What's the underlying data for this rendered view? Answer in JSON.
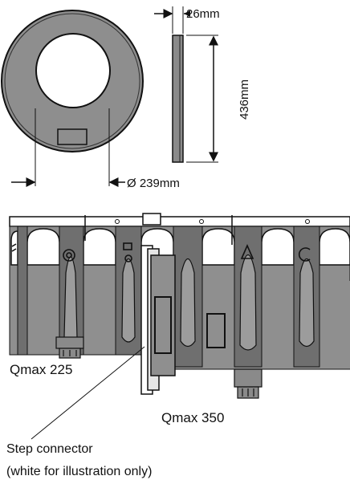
{
  "dimensions": {
    "width": "26mm",
    "height": "436mm",
    "diameter": "Ø 239mm"
  },
  "labels": {
    "qmax_225": "Qmax 225",
    "qmax_350": "Qmax 350",
    "step_connector": "Step connector",
    "step_connector_note": "(white for illustration only)"
  },
  "colors": {
    "plate_gray": "#8a8a8a",
    "panel_gray": "#9b9b9b",
    "panel_dark": "#7a7a7a",
    "line": "#111111"
  }
}
